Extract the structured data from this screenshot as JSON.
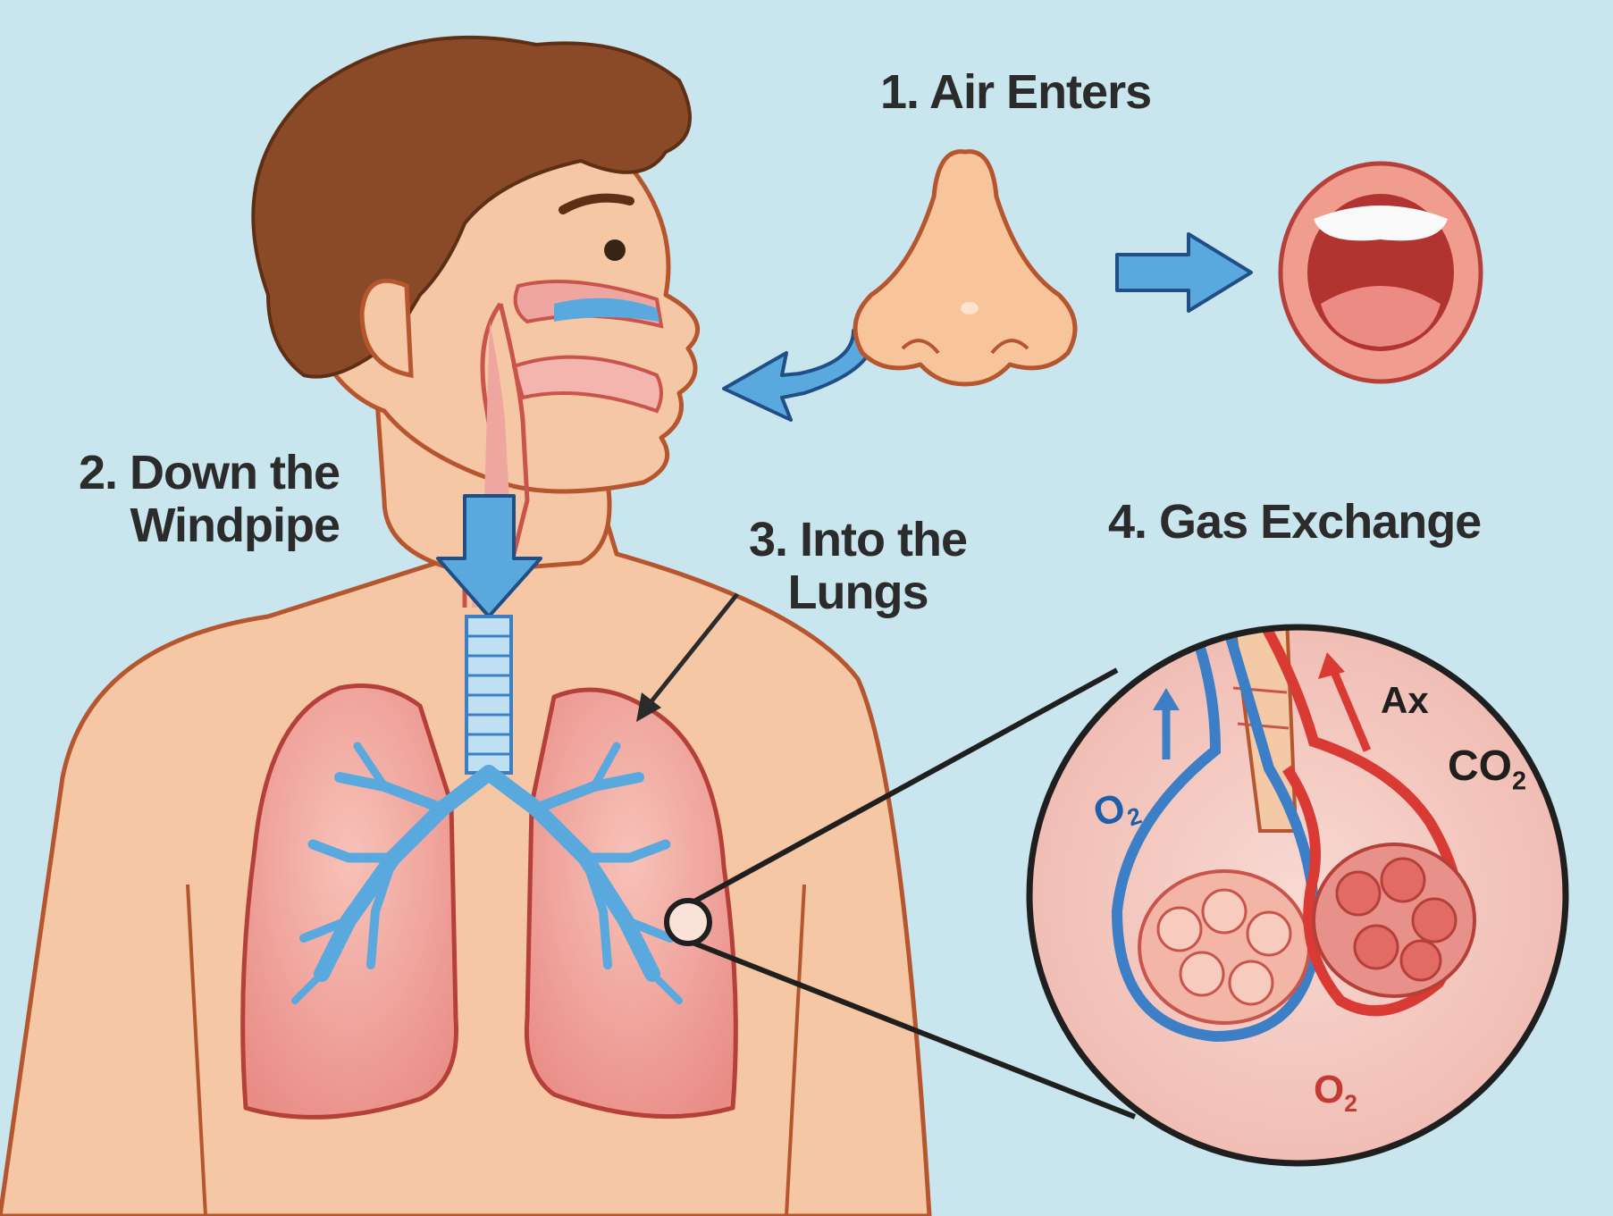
{
  "labels": {
    "step1": "1. Air Enters",
    "step2": {
      "line1": "2. Down the",
      "line2": "Windpipe"
    },
    "step3": {
      "line1": "3. Into the",
      "line2": "Lungs"
    },
    "step4": "4. Gas Exchange"
  },
  "inset": {
    "o2_left": {
      "symbol": "O",
      "subscript": "2"
    },
    "ax": "Ax",
    "co2": {
      "symbol": "CO",
      "subscript": "2"
    },
    "o2_bottom": {
      "symbol": "O",
      "subscript": "2"
    }
  },
  "colors": {
    "background": "#c9e5ee",
    "skin": "#f6c7a5",
    "skin_outline": "#b5562f",
    "hair": "#8a4a27",
    "airway_blue": "#5aa9de",
    "lung_pink": "#eea6a0",
    "vein_blue": "#3c7fc6",
    "artery_red": "#d93a34",
    "label_text": "#2b2b2b"
  },
  "icons": [
    "nose-icon",
    "mouth-icon",
    "arrow-right-icon",
    "curved-arrow-icon",
    "down-arrow-icon"
  ]
}
